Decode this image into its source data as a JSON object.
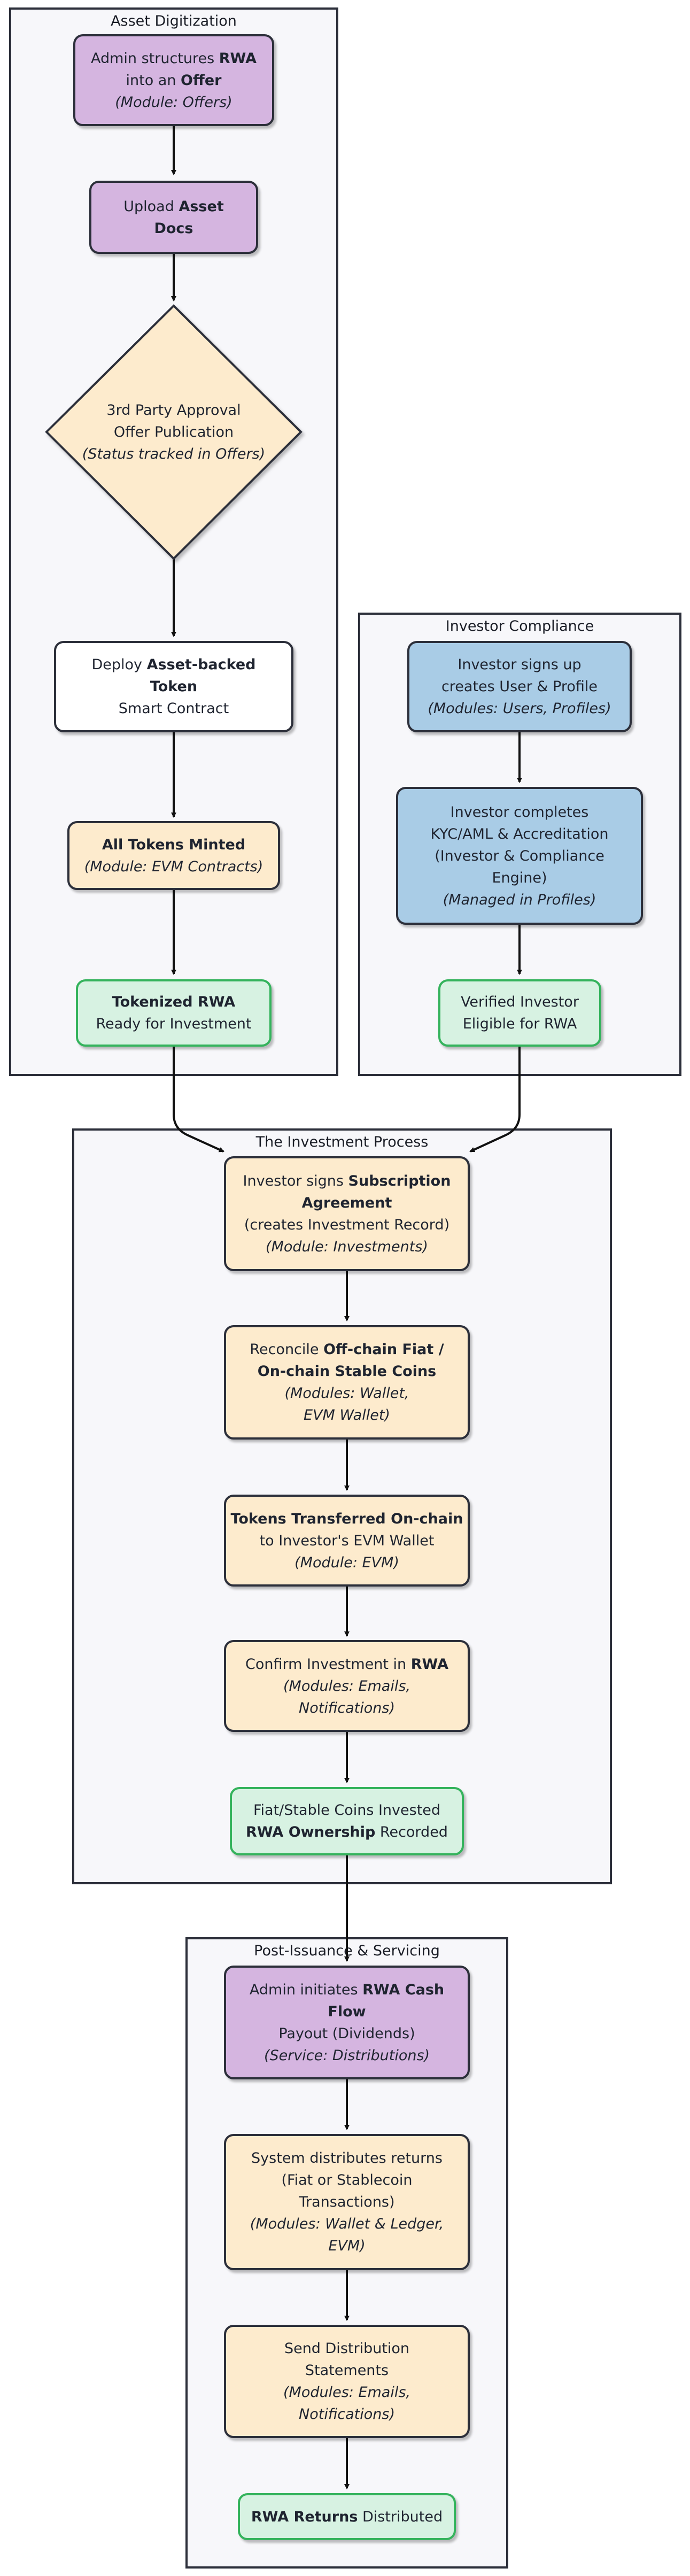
{
  "clusters": {
    "asset": "Asset Digitization",
    "compliance": "Investor Compliance",
    "investment": "The Investment Process",
    "post": "Post-Issuance & Servicing"
  },
  "nodes": {
    "n1": [
      [
        "Admin structures ",
        {
          "b": "RWA"
        }
      ],
      [
        "into an ",
        {
          "b": "Offer"
        }
      ],
      [
        {
          "i": "(Module: Offers)"
        }
      ]
    ],
    "n2": [
      [
        "Upload ",
        {
          "b": "Asset"
        }
      ],
      [
        {
          "b": "Docs"
        }
      ]
    ],
    "n3": [
      [
        "3rd Party Approval"
      ],
      [
        "Offer Publication"
      ],
      [
        {
          "i": "(Status tracked in Offers)"
        }
      ]
    ],
    "n4": [
      [
        "Deploy ",
        {
          "b": "Asset-backed"
        }
      ],
      [
        {
          "b": "Token"
        }
      ],
      [
        "Smart Contract"
      ]
    ],
    "n5": [
      [
        {
          "b": "All Tokens Minted"
        }
      ],
      [
        {
          "i": "(Module: EVM Contracts)"
        }
      ]
    ],
    "n6": [
      [
        {
          "b": "Tokenized RWA"
        }
      ],
      [
        "Ready for Investment"
      ]
    ],
    "c1": [
      [
        "Investor signs up"
      ],
      [
        "creates User & Profile"
      ],
      [
        {
          "i": "(Modules: Users, Profiles)"
        }
      ]
    ],
    "c2": [
      [
        "Investor completes"
      ],
      [
        "KYC/AML & Accreditation"
      ],
      [
        "(Investor & Compliance"
      ],
      [
        "Engine)"
      ],
      [
        {
          "i": "(Managed in Profiles)"
        }
      ]
    ],
    "c3": [
      [
        "Verified Investor"
      ],
      [
        "Eligible for RWA"
      ]
    ],
    "i1": [
      [
        "Investor signs ",
        {
          "b": "Subscription"
        }
      ],
      [
        {
          "b": "Agreement"
        }
      ],
      [
        "(creates Investment Record)"
      ],
      [
        {
          "i": "(Module: Investments)"
        }
      ]
    ],
    "i2": [
      [
        "Reconcile ",
        {
          "b": "Off-chain Fiat /"
        }
      ],
      [
        {
          "b": "On-chain Stable Coins"
        }
      ],
      [
        {
          "i": "(Modules: Wallet,"
        }
      ],
      [
        {
          "i": "EVM Wallet)"
        }
      ]
    ],
    "i3": [
      [
        {
          "b": "Tokens Transferred On-chain"
        }
      ],
      [
        "to Investor's EVM Wallet"
      ],
      [
        {
          "i": "(Module: EVM)"
        }
      ]
    ],
    "i4": [
      [
        "Confirm Investment in ",
        {
          "b": "RWA"
        }
      ],
      [
        {
          "i": "(Modules: Emails,"
        }
      ],
      [
        {
          "i": "Notifications)"
        }
      ]
    ],
    "i5": [
      [
        "Fiat/Stable Coins Invested"
      ],
      [
        {
          "b": "RWA Ownership"
        },
        " Recorded"
      ]
    ],
    "p1": [
      [
        "Admin initiates ",
        {
          "b": "RWA Cash"
        }
      ],
      [
        {
          "b": "Flow"
        }
      ],
      [
        "Payout (Dividends)"
      ],
      [
        {
          "i": "(Service: Distributions)"
        }
      ]
    ],
    "p2": [
      [
        "System distributes returns"
      ],
      [
        "(Fiat or Stablecoin"
      ],
      [
        "Transactions)"
      ],
      [
        {
          "i": "(Modules: Wallet & Ledger,"
        }
      ],
      [
        {
          "i": "EVM)"
        }
      ]
    ],
    "p3": [
      [
        "Send Distribution"
      ],
      [
        "Statements"
      ],
      [
        {
          "i": "(Modules: Emails,"
        }
      ],
      [
        {
          "i": "Notifications)"
        }
      ]
    ],
    "p4": [
      [
        {
          "b": "RWA Returns"
        },
        " Distributed"
      ]
    ]
  },
  "colors": {
    "purple": "#d5b5e0",
    "peach": "#fdebcd",
    "blue": "#a9cce6",
    "green_fill": "#d7f2e2",
    "green_border": "#34b35c",
    "cluster_bg": "#f7f7fa",
    "stroke": "#2c2f3a"
  }
}
